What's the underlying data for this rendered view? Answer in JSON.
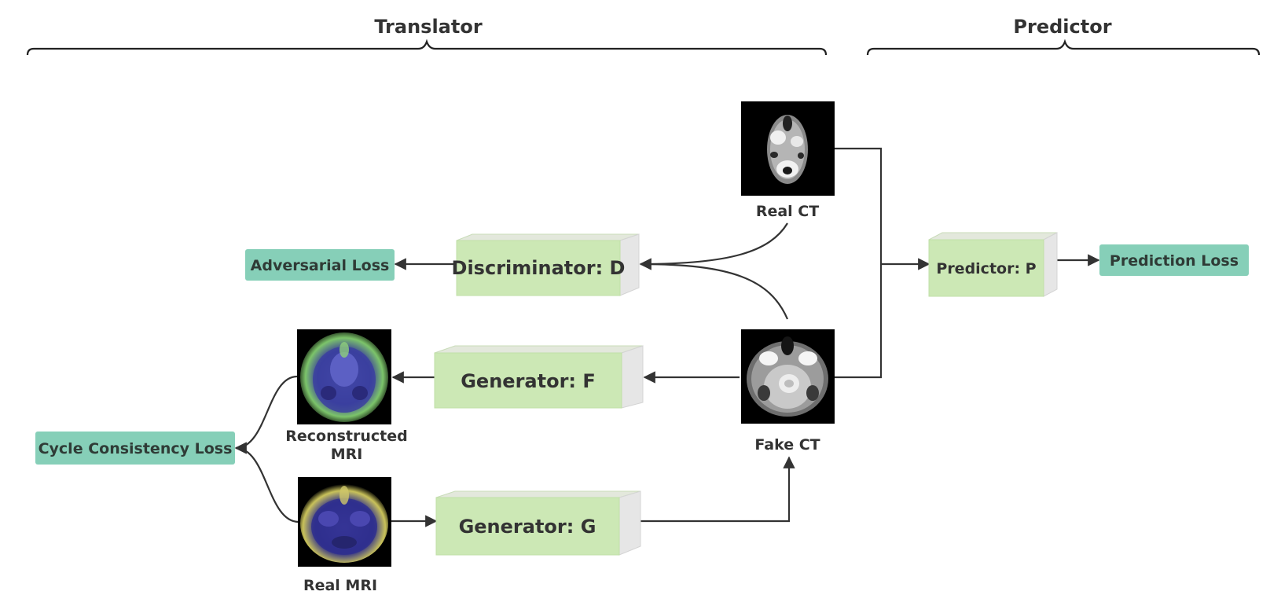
{
  "sections": {
    "translator": "Translator",
    "predictor": "Predictor"
  },
  "images": {
    "real_ct": "Real CT",
    "fake_ct": "Fake CT",
    "reconstructed_mri_line1": "Reconstructed",
    "reconstructed_mri_line2": "MRI",
    "real_mri": "Real MRI"
  },
  "modules": {
    "discriminator": "Discriminator: D",
    "generator_f": "Generator: F",
    "generator_g": "Generator: G",
    "predictor": "Predictor: P"
  },
  "losses": {
    "adversarial": "Adversarial Loss",
    "cycle_consistency": "Cycle Consistency Loss",
    "prediction": "Prediction Loss"
  },
  "colors": {
    "module_front": "#cce8b5",
    "module_top": "#e3e8dc",
    "module_side": "#e6e6e6",
    "loss_fill": "#86cfb8",
    "edge": "#333333"
  }
}
